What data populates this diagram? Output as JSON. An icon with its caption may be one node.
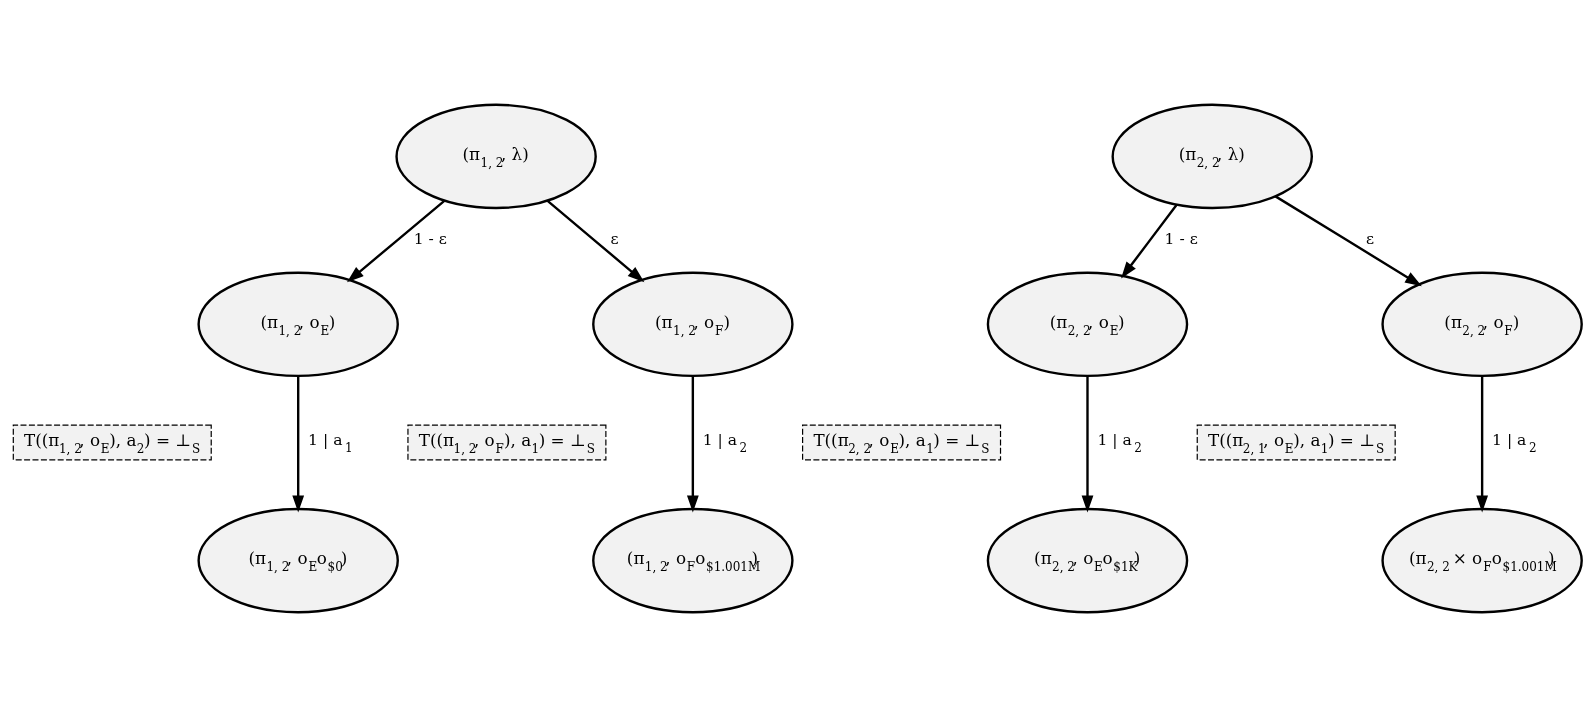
{
  "diagram": {
    "nodes": [
      {
        "text": [
          "(π$_{1, 2}$, λ)"
        ]
      },
      {
        "text": [
          "(π$_{1, 2}$, o$_{E}$)"
        ]
      },
      {
        "text": [
          "(π$_{1, 2}$, o$_{F}$)"
        ]
      },
      {
        "text": [
          "T((π$_{1, 2}$, o$_{E}$), a$_{2}$) = ⊥$_{S}$"
        ]
      },
      {
        "text": [
          "(π$_{1, 2}$, o$_{E}$o$_{$0}$)"
        ]
      },
      {
        "text": [
          "T((π$_{1, 2}$, o$_{F}$), a$_{1}$) = ⊥$_{S}$"
        ]
      },
      {
        "text": [
          "(π$_{1, 2}$, o$_{F}$o$_{$1.001M}$)"
        ]
      },
      {
        "text": [
          "(π$_{2, 2}$, λ)"
        ]
      },
      {
        "text": [
          "(π$_{2, 2}$, o$_{E}$)"
        ]
      },
      {
        "text": [
          "(π$_{2, 2}$, o$_{F}$)"
        ]
      },
      {
        "text": [
          "T((π$_{2, 2}$, o$_{E}$), a$_{1}$) = ⊥$_{S}$"
        ]
      },
      {
        "text": [
          "(π$_{2, 2}$, o$_{E}$o$_{$1K}$)"
        ]
      },
      {
        "text": [
          "T((π$_{2, 1}$, o$_{E}$), a$_{1}$) = ⊥$_{S}$"
        ]
      },
      {
        "text": [
          "(π$_{2, 2}$ × o$_{F}$o$_{$1.001M}$)"
        ]
      }
    ],
    "edges": [
      {
        "from": 0,
        "to": 1,
        "arrow": "to",
        "label": "1 - ε"
      },
      {
        "from": 0,
        "to": 2,
        "arrow": "to",
        "label": "ε"
      },
      {
        "from": 1,
        "to": 4,
        "arrow": "to",
        "label": "1 | a$_{1}$"
      },
      {
        "from": 2,
        "to": 6,
        "arrow": "to",
        "label": "1 | a$_{2}$"
      },
      {
        "from": 7,
        "to": 8,
        "arrow": "to",
        "label": "1 - ε"
      },
      {
        "from": 7,
        "to": 9,
        "arrow": "to",
        "label": "ε"
      },
      {
        "from": 8,
        "to": 11,
        "arrow": "to",
        "label": "1 | a$_{2}$"
      },
      {
        "from": 9,
        "to": 13,
        "arrow": "to",
        "label": "1 | a$_{2}$"
      }
    ]
  }
}
